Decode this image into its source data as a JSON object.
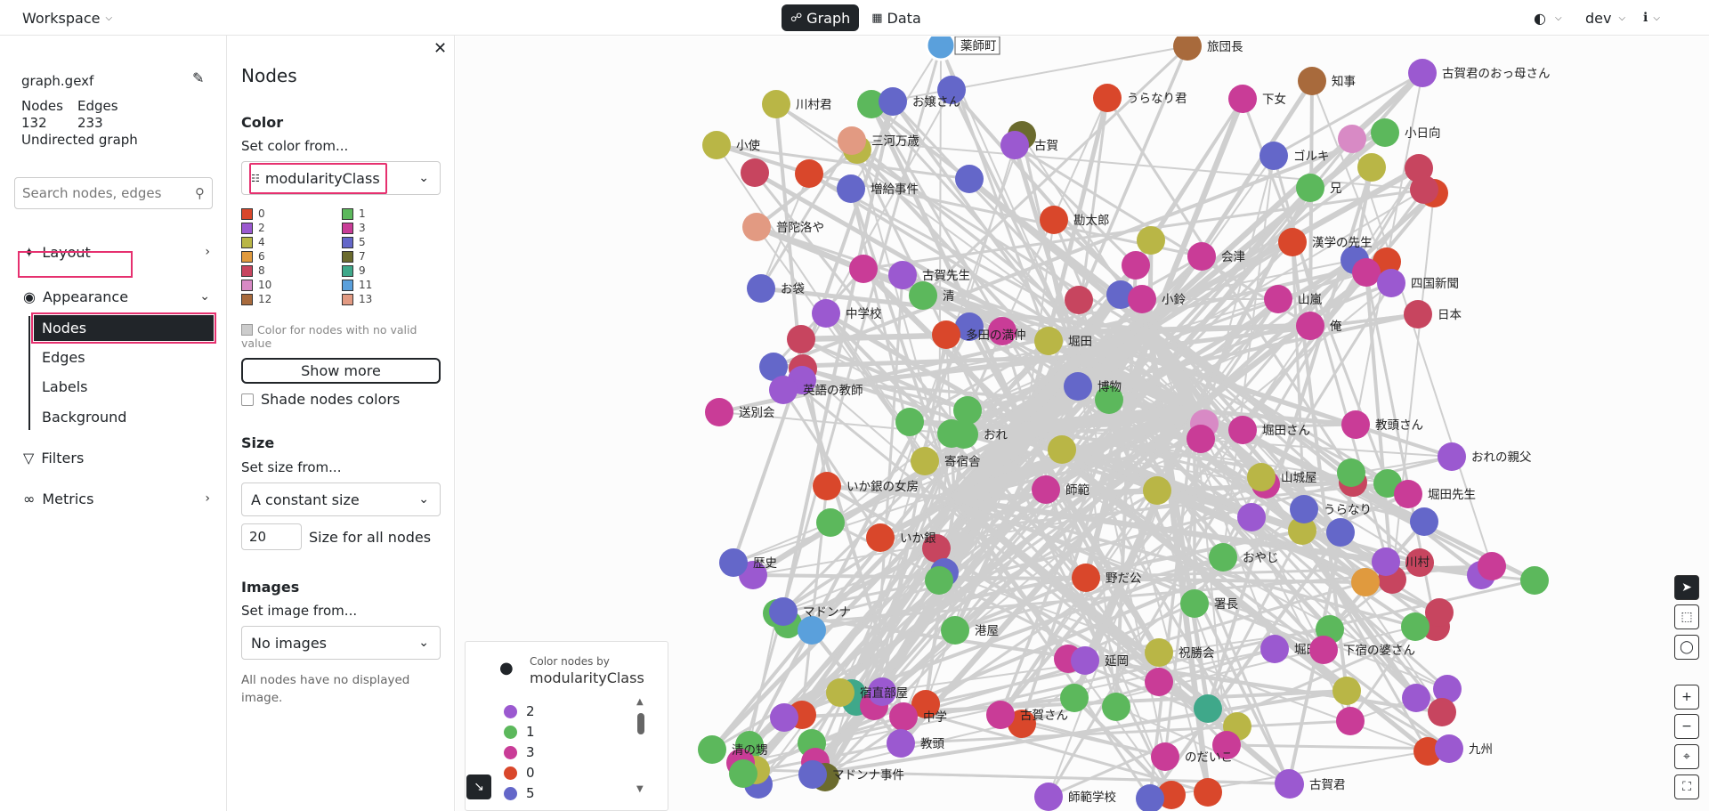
{
  "topbar": {
    "workspace_label": "Workspace",
    "tabs": [
      {
        "label": "Graph",
        "icon": "graph-icon",
        "active": true
      },
      {
        "label": "Data",
        "icon": "table-icon",
        "active": false
      }
    ],
    "theme_icon": "contrast-icon",
    "dev_label": "dev",
    "lang_icon": "language-icon"
  },
  "file": {
    "name": "graph.gexf",
    "nodes_label": "Nodes",
    "edges_label": "Edges",
    "nodes_count": "132",
    "edges_count": "233",
    "graph_type": "Undirected graph"
  },
  "search": {
    "placeholder": "Search nodes, edges"
  },
  "menu": {
    "layout": "Layout",
    "appearance": "Appearance",
    "appearance_sub": [
      "Nodes",
      "Edges",
      "Labels",
      "Background"
    ],
    "filters": "Filters",
    "metrics": "Metrics"
  },
  "panel": {
    "title": "Nodes",
    "color": {
      "title": "Color",
      "subtitle": "Set color from...",
      "selected": "modularityClass",
      "legend": [
        {
          "label": "0",
          "color": "#d9472b"
        },
        {
          "label": "1",
          "color": "#5cb85c"
        },
        {
          "label": "2",
          "color": "#9b59d0"
        },
        {
          "label": "3",
          "color": "#c93c97"
        },
        {
          "label": "4",
          "color": "#b9b646"
        },
        {
          "label": "5",
          "color": "#6467c9"
        },
        {
          "label": "6",
          "color": "#e09a3e"
        },
        {
          "label": "7",
          "color": "#6b6b2e"
        },
        {
          "label": "8",
          "color": "#c7455f"
        },
        {
          "label": "9",
          "color": "#3fa88a"
        },
        {
          "label": "10",
          "color": "#d88ac5"
        },
        {
          "label": "11",
          "color": "#5aa0dc"
        },
        {
          "label": "12",
          "color": "#a86a3c"
        },
        {
          "label": "13",
          "color": "#e29a82"
        }
      ],
      "novalue_label": "Color for nodes with no valid value",
      "show_more": "Show more",
      "shade_label": "Shade nodes colors"
    },
    "size": {
      "title": "Size",
      "subtitle": "Set size from...",
      "selected": "A constant size",
      "value": "20",
      "value_label": "Size for all nodes"
    },
    "images": {
      "title": "Images",
      "subtitle": "Set image from...",
      "selected": "No images",
      "note": "All nodes have no displayed image."
    }
  },
  "graph_legend": {
    "caption": "Color nodes by",
    "field": "modularityClass",
    "items": [
      {
        "label": "2",
        "color": "#9b59d0"
      },
      {
        "label": "1",
        "color": "#5cb85c"
      },
      {
        "label": "3",
        "color": "#c93c97"
      },
      {
        "label": "0",
        "color": "#d9472b"
      },
      {
        "label": "5",
        "color": "#6467c9"
      }
    ]
  },
  "graph_nodes": [
    {
      "label": "薬師町",
      "color": "#5aa0dc"
    },
    {
      "label": "旅団長",
      "color": "#a86a3c"
    },
    {
      "label": "知事",
      "color": "#a86a3c"
    },
    {
      "label": "古賀君のおっ母さん",
      "color": "#9b59d0"
    },
    {
      "label": "川村君",
      "color": "#b9b646"
    },
    {
      "label": "お嬢さん",
      "color": "#6467c9"
    },
    {
      "label": "うらなり君",
      "color": "#d9472b"
    },
    {
      "label": "下女",
      "color": "#c93c97"
    },
    {
      "label": "小使",
      "color": "#b9b646"
    },
    {
      "label": "三河万歳",
      "color": "#e29a82"
    },
    {
      "label": "古賀",
      "color": "#9b59d0"
    },
    {
      "label": "小日向",
      "color": "#5cb85c"
    },
    {
      "label": "ゴルキ",
      "color": "#6467c9"
    },
    {
      "label": "増給事件",
      "color": "#6467c9"
    },
    {
      "label": "兄",
      "color": "#5cb85c"
    },
    {
      "label": "普陀洛や",
      "color": "#e29a82"
    },
    {
      "label": "勘太郎",
      "color": "#d9472b"
    },
    {
      "label": "漢学の先生",
      "color": "#d9472b"
    },
    {
      "label": "会津",
      "color": "#c93c97"
    },
    {
      "label": "古賀先生",
      "color": "#9b59d0"
    },
    {
      "label": "清",
      "color": "#5cb85c"
    },
    {
      "label": "四国新聞",
      "color": "#9b59d0"
    },
    {
      "label": "お袋",
      "color": "#6467c9"
    },
    {
      "label": "小鈴",
      "color": "#c93c97"
    },
    {
      "label": "山嵐",
      "color": "#c93c97"
    },
    {
      "label": "日本",
      "color": "#c7455f"
    },
    {
      "label": "中学校",
      "color": "#9b59d0"
    },
    {
      "label": "俺",
      "color": "#c93c97"
    },
    {
      "label": "多田の満仲",
      "color": "#d9472b"
    },
    {
      "label": "堀田",
      "color": "#b9b646"
    },
    {
      "label": "英語の教師",
      "color": "#9b59d0"
    },
    {
      "label": "博物",
      "color": "#6467c9"
    },
    {
      "label": "送別会",
      "color": "#c93c97"
    },
    {
      "label": "堀田さん",
      "color": "#c93c97"
    },
    {
      "label": "教頭さん",
      "color": "#c93c97"
    },
    {
      "label": "おれ",
      "color": "#5cb85c"
    },
    {
      "label": "おれの親父",
      "color": "#9b59d0"
    },
    {
      "label": "寄宿舎",
      "color": "#b9b646"
    },
    {
      "label": "いか銀の女房",
      "color": "#d9472b"
    },
    {
      "label": "師範",
      "color": "#c93c97"
    },
    {
      "label": "山城屋",
      "color": "#b9b646"
    },
    {
      "label": "堀田先生",
      "color": "#c93c97"
    },
    {
      "label": "うらなり",
      "color": "#6467c9"
    },
    {
      "label": "いか銀",
      "color": "#d9472b"
    },
    {
      "label": "歴史",
      "color": "#6467c9"
    },
    {
      "label": "おやじ",
      "color": "#5cb85c"
    },
    {
      "label": "川村",
      "color": "#9b59d0"
    },
    {
      "label": "野だ公",
      "color": "#d9472b"
    },
    {
      "label": "マドンナ",
      "color": "#6467c9"
    },
    {
      "label": "署長",
      "color": "#5cb85c"
    },
    {
      "label": "港屋",
      "color": "#5cb85c"
    },
    {
      "label": "祝勝会",
      "color": "#b9b646"
    },
    {
      "label": "堀田君",
      "color": "#9b59d0"
    },
    {
      "label": "下宿の婆さん",
      "color": "#c93c97"
    },
    {
      "label": "延岡",
      "color": "#9b59d0"
    },
    {
      "label": "宿直部屋",
      "color": "#b9b646"
    },
    {
      "label": "中学",
      "color": "#c93c97"
    },
    {
      "label": "古賀さん",
      "color": "#c93c97"
    },
    {
      "label": "清の甥",
      "color": "#5cb85c"
    },
    {
      "label": "教頭",
      "color": "#9b59d0"
    },
    {
      "label": "のだいこ",
      "color": "#c93c97"
    },
    {
      "label": "九州",
      "color": "#9b59d0"
    },
    {
      "label": "マドンナ事件",
      "color": "#6467c9"
    },
    {
      "label": "古賀君",
      "color": "#9b59d0"
    },
    {
      "label": "師範学校",
      "color": "#9b59d0"
    }
  ]
}
